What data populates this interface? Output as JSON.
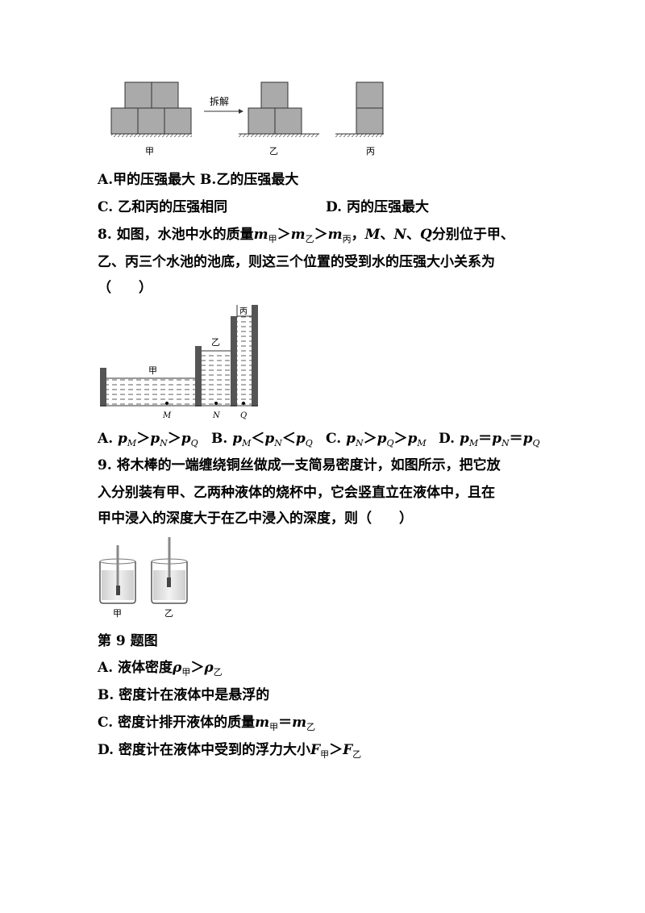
{
  "fig7": {
    "arrow_label": "拆解",
    "labels": [
      "甲",
      "乙",
      "丙"
    ]
  },
  "q7": {
    "optA_letter": "A.",
    "optA_text": "甲的压强最大",
    "optB_letter": "B.",
    "optB_text": "乙的压强最大",
    "optC_letter": "C.",
    "optC_text": "乙和丙的压强相同",
    "optD_letter": "D.",
    "optD_text": "丙的压强最大"
  },
  "q8": {
    "num": "8.",
    "line1_a": "如图，水池中水的质量",
    "m": "m",
    "s_jia": "甲",
    "gt": "＞",
    "s_yi": "乙",
    "s_bing": "丙",
    "comma": "，",
    "M": "M",
    "N": "N",
    "Q": "Q",
    "sep": "、",
    "line1_b": "分别位于甲、",
    "line2": "乙、丙三个水池的池底，则这三个位置的受到水的压强大小关系为",
    "line3": "（　　）",
    "fig_labels": {
      "jia": "甲",
      "yi": "乙",
      "bing": "丙",
      "M": "M",
      "N": "N",
      "Q": "Q"
    },
    "options": {
      "A": "A.",
      "B": "B.",
      "C": "C.",
      "D": "D.",
      "p": "p",
      "lt": "＜",
      "eq": "＝"
    }
  },
  "q9": {
    "num": "9.",
    "line1": "将木棒的一端缠绕铜丝做成一支简易密度计，如图所示，把它放",
    "line2": "入分别装有甲、乙两种液体的烧杯中，它会竖直立在液体中，且在",
    "line3": "甲中浸入的深度大于在乙中浸入的深度，则（　　）",
    "fig_labels": [
      "甲",
      "乙"
    ],
    "caption": "第 9 题图",
    "optA_letter": "A.",
    "optA_text": "液体密度",
    "rho": "ρ",
    "optB_letter": "B.",
    "optB_text": "密度计在液体中是悬浮的",
    "optC_letter": "C.",
    "optC_text": "密度计排开液体的质量",
    "optD_letter": "D.",
    "optD_text": "密度计在液体中受到的浮力大小",
    "F": "F"
  }
}
